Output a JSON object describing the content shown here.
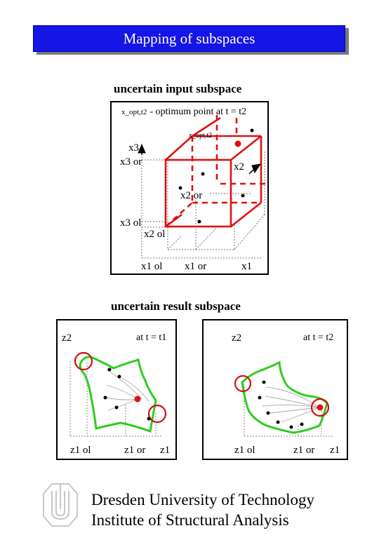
{
  "title": "Mapping of subspaces",
  "input_heading": "uncertain input subspace",
  "result_heading": "uncertain result subspace",
  "input_panel": {
    "legend_symbol": "x_opt,t2",
    "legend_text": "- optimum point at t = t2",
    "point_label": "x_opt,t2",
    "axis_labels": {
      "x3": "x3",
      "x3or": "x3 or",
      "x3ol": "x3 ol",
      "x2": "x2",
      "x2or": "x2 or",
      "x2ol": "x2 ol",
      "x1": "x1",
      "x1or": "x1 or",
      "x1ol": "x1 ol"
    }
  },
  "result_panels": [
    {
      "time_label": "at t = t1",
      "z2": "z2",
      "z1": "z1",
      "z1ol": "z1 ol",
      "z1or": "z1 or"
    },
    {
      "time_label": "at t = t2",
      "z2": "z2",
      "z1": "z1",
      "z1ol": "z1 ol",
      "z1or": "z1 or"
    }
  ],
  "footer": {
    "line1": "Dresden University of Technology",
    "line2": "Institute of Structural Analysis"
  },
  "colors": {
    "title_bar": "#1515e6",
    "box_red": "#e01010",
    "region_green": "#2ecc20",
    "circle_red": "#d01010"
  }
}
